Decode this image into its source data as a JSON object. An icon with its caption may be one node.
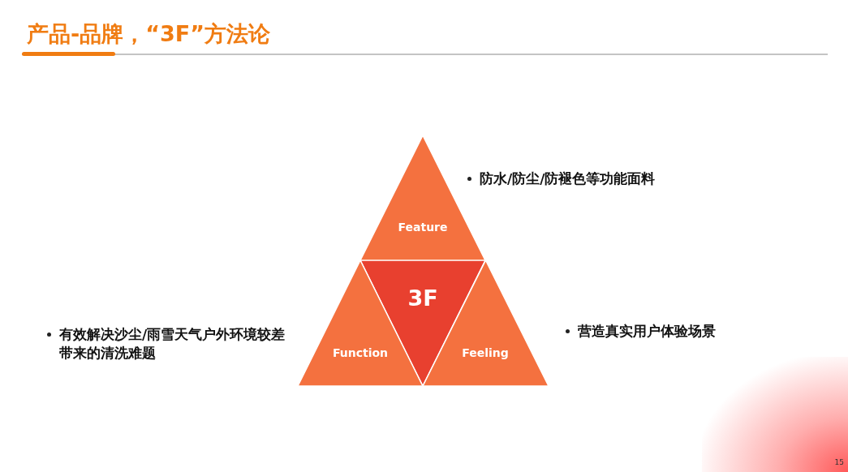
{
  "diagram": {
    "title": "产品-品牌，“3F”方法论",
    "nodes": [
      {
        "text": [
          "Feature"
        ],
        "beside": [
          "防水/防尘/防褪色等功能面料"
        ]
      },
      {
        "text": [
          "3F"
        ]
      },
      {
        "text": [
          "Function"
        ],
        "beside": [
          "有效解决沙尘/雨雪天气户外环境较差带来的清洗难题"
        ]
      },
      {
        "text": [
          "Feeling"
        ],
        "beside": [
          "营造真实用户体验场景"
        ]
      }
    ],
    "labels": [
      "15"
    ]
  }
}
